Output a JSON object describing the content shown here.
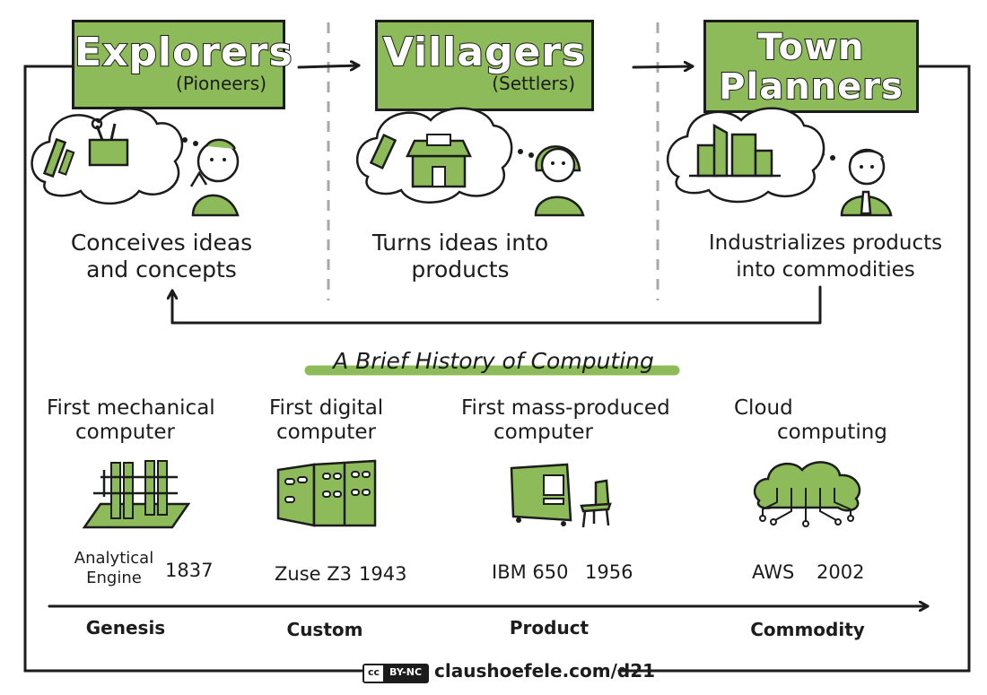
{
  "colors": {
    "accent": "#8dbb5a",
    "ink": "#1c1c1c",
    "divider": "#a8a8a8"
  },
  "roles": [
    {
      "title": "Explorers",
      "subtitle": "(Pioneers)",
      "description_lines": [
        "Conceives ideas",
        "and concepts"
      ],
      "thought_icon": "tools-icon",
      "person_icon": "thinking-person-icon"
    },
    {
      "title": "Villagers",
      "subtitle": "(Settlers)",
      "description_lines": [
        "Turns ideas into",
        "products"
      ],
      "thought_icon": "shop-icon",
      "person_icon": "woman-icon"
    },
    {
      "title_lines": [
        "Town",
        "Planners"
      ],
      "description_lines": [
        "Industrializes products",
        "into commodities"
      ],
      "thought_icon": "city-icon",
      "person_icon": "businessman-icon"
    }
  ],
  "history": {
    "title": "A Brief History of Computing",
    "milestones": [
      {
        "heading_lines": [
          "First mechanical",
          "computer"
        ],
        "machine_lines": [
          "Analytical",
          "Engine"
        ],
        "year": "1837",
        "stage": "Genesis",
        "icon": "analytical-engine-icon"
      },
      {
        "heading_lines": [
          "First digital",
          "computer"
        ],
        "machine": "Zuse Z3",
        "year": "1943",
        "stage": "Custom",
        "icon": "zuse-z3-icon"
      },
      {
        "heading_lines": [
          "First mass-produced",
          "computer"
        ],
        "machine": "IBM 650",
        "year": "1956",
        "stage": "Product",
        "icon": "ibm-650-icon"
      },
      {
        "heading_lines": [
          "Cloud",
          "computing"
        ],
        "machine": "AWS",
        "year": "2002",
        "stage": "Commodity",
        "icon": "cloud-icon"
      }
    ]
  },
  "footer": {
    "license_cc": "cc",
    "license_type": "BY-NC",
    "url": "claushoefele.com/d21"
  }
}
